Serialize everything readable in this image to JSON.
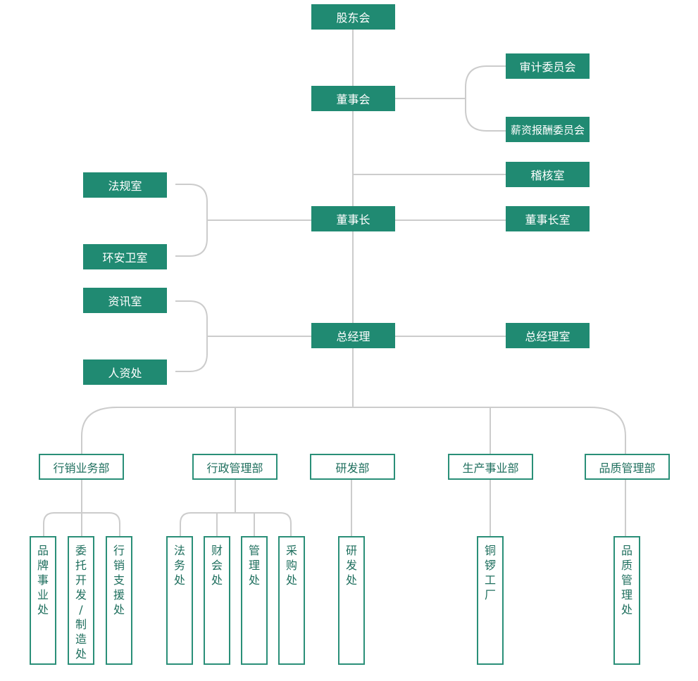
{
  "colors": {
    "fill": "#208a72",
    "outline": "#2a8f78",
    "line": "#cccccc"
  },
  "top": {
    "shareholders": "股东会",
    "board": "董事会",
    "audit_committee": "审计委员会",
    "compensation_committee": "薪资报酬委员会",
    "audit_office": "稽核室",
    "chairman": "董事长",
    "chairman_office": "董事长室",
    "legal_office": "法规室",
    "env_safety_office": "环安卫室",
    "it_office": "资讯室",
    "hr_office": "人资处",
    "general_manager": "总经理",
    "gm_office": "总经理室"
  },
  "departments": {
    "marketing": "行销业务部",
    "admin": "行政管理部",
    "rd": "研发部",
    "production": "生产事业部",
    "quality": "品质管理部"
  },
  "units": {
    "brand": "品牌事业处",
    "oem": "委托开发/制造处",
    "marketing_support": "行销支援处",
    "legal": "法务处",
    "finance": "财会处",
    "management": "管理处",
    "purchasing": "采购处",
    "rd": "研发处",
    "copper_gong": "铜锣工厂",
    "quality": "品质管理处"
  }
}
